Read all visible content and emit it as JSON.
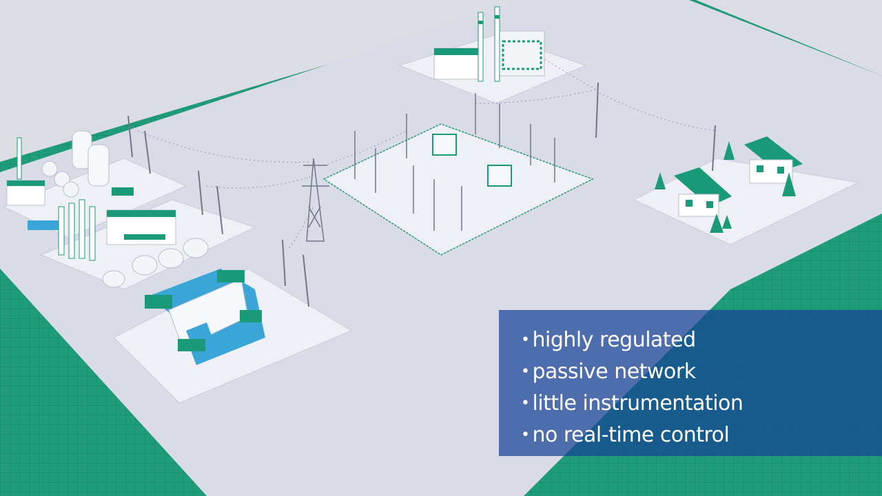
{
  "overlay": {
    "bullets": [
      {
        "marker": "•",
        "text": "highly regulated"
      },
      {
        "marker": "•",
        "text": "passive network"
      },
      {
        "marker": "•",
        "text": "little instrumentation"
      },
      {
        "marker": "•",
        "text": "no real-time control"
      }
    ]
  },
  "colors": {
    "accent_green": "#1a9a78",
    "ground": "#d8dae6",
    "water": "#3aa6d8",
    "overlay_blue": "#164296"
  }
}
